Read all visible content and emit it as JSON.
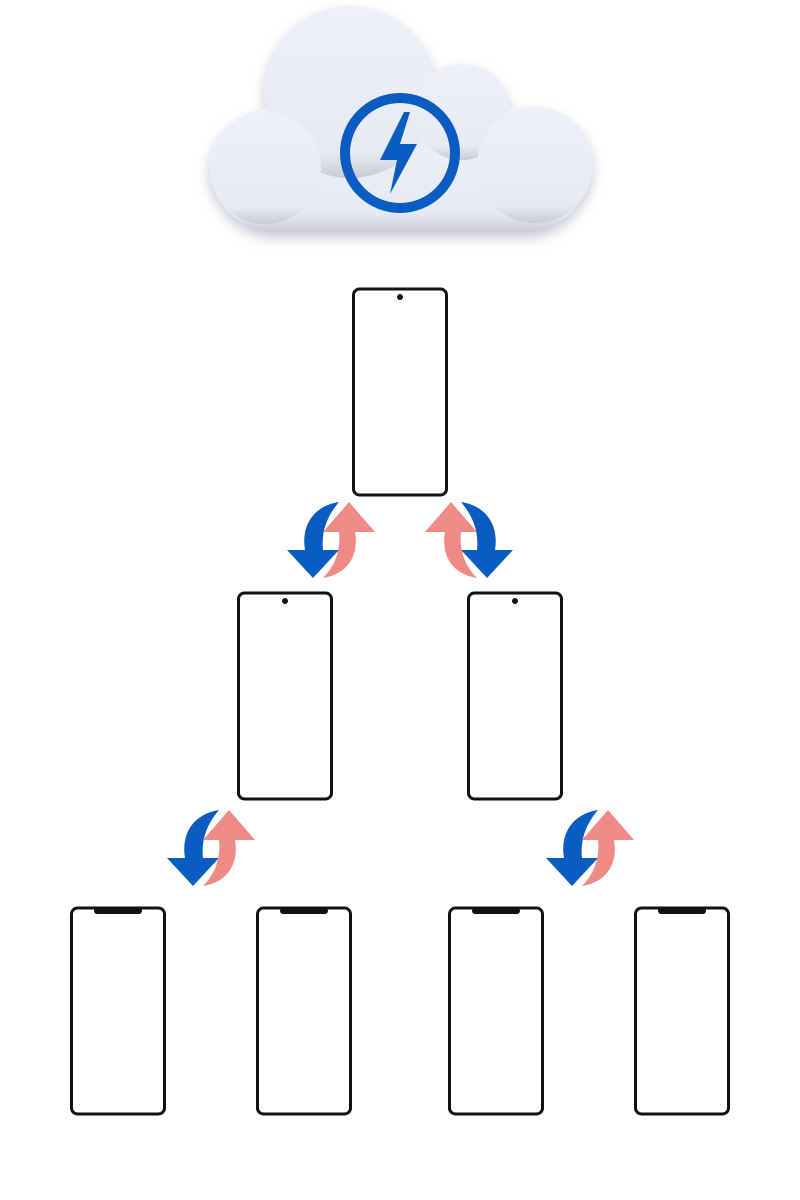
{
  "colors": {
    "background": "#ffffff",
    "cloud_fill": "#e9edf7",
    "cloud_shadow": "#b8bcc6",
    "bolt_blue": "#0b5cc0",
    "arrow_blue": "#0b5cc0",
    "arrow_pink": "#f08a86",
    "phone_outline": "#111111",
    "phone_screen": "#ffffff"
  },
  "diagram": {
    "cloud": {
      "icon": "lightning-bolt-icon"
    },
    "phones": [
      {
        "id": "phone-root",
        "camera": "punch-hole"
      },
      {
        "id": "phone-mid-left",
        "camera": "punch-hole"
      },
      {
        "id": "phone-mid-right",
        "camera": "punch-hole"
      },
      {
        "id": "phone-leaf-1",
        "camera": "notch"
      },
      {
        "id": "phone-leaf-2",
        "camera": "notch"
      },
      {
        "id": "phone-leaf-3",
        "camera": "notch"
      },
      {
        "id": "phone-leaf-4",
        "camera": "notch"
      }
    ],
    "connections": [
      {
        "from": "phone-root",
        "to": "phone-mid-left",
        "icon": "sync-arrows-icon"
      },
      {
        "from": "phone-root",
        "to": "phone-mid-right",
        "icon": "sync-arrows-icon"
      },
      {
        "from": "phone-mid-left",
        "to": "phone-leaf-1",
        "icon": "sync-arrows-icon"
      },
      {
        "from": "phone-mid-right",
        "to": "phone-leaf-3",
        "icon": "sync-arrows-icon"
      }
    ]
  }
}
